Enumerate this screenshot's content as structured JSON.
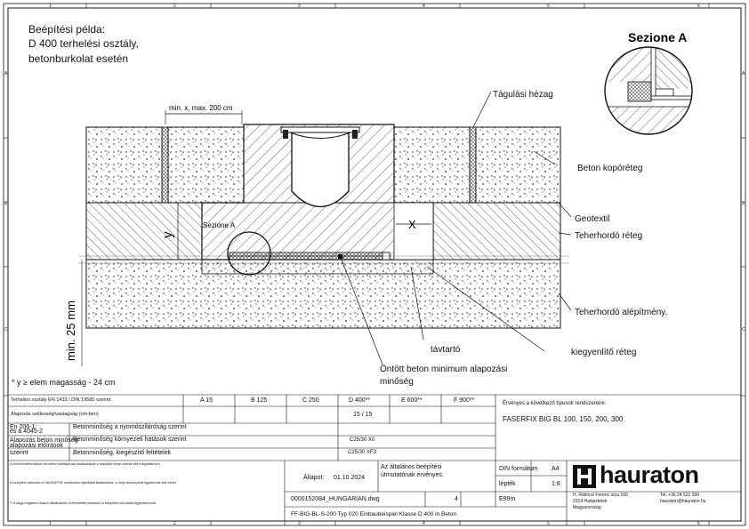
{
  "title_lines": [
    "Beépítési példa:",
    "D 400 terhelési osztály,",
    "betonburkolat esetén"
  ],
  "section_title": "Sezione A",
  "section_marker": "Sezione A",
  "grid_top": [
    "1",
    "2",
    "3",
    "4",
    "5",
    "6"
  ],
  "grid_bottom": [
    "1",
    "2",
    "3",
    "4",
    "5",
    "6"
  ],
  "grid_left": [
    "A",
    "B",
    "C"
  ],
  "grid_right": [
    "A",
    "B",
    "C"
  ],
  "dims": {
    "top": "min. x, max. 200 cm",
    "y": "y",
    "x": "X",
    "min25": "min. 25 mm"
  },
  "labels": {
    "expansion_joint": "Tágulási hézag",
    "concrete_surface": "Beton kopóréteg",
    "geotextile": "Geotextil",
    "bearing_layer": "Teherhordó réteg",
    "subbase": "Teherhordó alépítmény.",
    "spacer": "távtartó",
    "leveling": "kiegyenlítő réteg",
    "cast_concrete": "Öntött beton minimum alapozási",
    "cast_concrete_2": "minőség"
  },
  "footnote": "* y ≥ elem magasság - 24 cm",
  "table": {
    "standard": "Terhelési osztály EN 1433 / DIN 19580 szerint",
    "classes": [
      "A 15",
      "B 125",
      "C 250",
      "D 400**",
      "E 600**",
      "F 900**"
    ],
    "row2_label": "Alapozás szélesség/vastagság (cm-ben)",
    "row2_value": "15 / 15",
    "row3a": "Betonminőség a nyomószilárdság szerint",
    "row3b": "Betonminőség környezeti hatások szerint",
    "row3c": "Betonminőség, kiegészítő feltételek",
    "val_c25": "C25/30 X0",
    "val_c25b": "C25/30 XF3",
    "left_small_1": "En 206-1:",
    "left_small_2": "és a 4045-2",
    "left_small_3": "Alapozás beton minőség",
    "left_small_4": "alapozási előírások",
    "left_small_5": "szerint",
    "note1": "A vízelvezetőrendszer terhelési osztályának kiválasztását a beépítés helye szerint kell meghatározni.",
    "note2": "A beépítési útmutató a HAURATON mindenkori ajánlását tartalmazza, a helyi viszonyokat figyelembe kell venni.",
    "note3": "** A nagy forgalmú utakon alkalmazott vízelvezetők esetében a beépítési útmutatót egyeztetni kell."
  },
  "valid_for_label": "Érvényes a következő típusok rendszereire:",
  "valid_for_value": "FASERFIX BIG BL 100, 150, 200, 300",
  "status_label": "Állapot:",
  "status_date": "01.10.2024",
  "status_note_1": "Az általános beépítési",
  "status_note_2": "útmutatónak érvényes.",
  "din_format_label": "DIN formátum",
  "din_format_value": "A4",
  "scale_label": "lépték",
  "scale_value": "1:8",
  "file_name": "0000152084_HUNGARIAN.dwg",
  "file_index": "4",
  "file_code": "E99m",
  "drawing_title": "FF-BIG-BL-S-200 Typ 020 Einbaubeispiel Klasse D 400 in Beton",
  "brand": "hauraton",
  "address_1": "H. Rákóczi Ferenc utca 100",
  "address_2": "2314 Halásztelek",
  "address_3": "Magyarország",
  "contact_1": "Tel. +36 24 521 390",
  "contact_2": "hauraton@hauraton.hu",
  "colors": {
    "line": "#111111",
    "bg": "#ffffff"
  }
}
